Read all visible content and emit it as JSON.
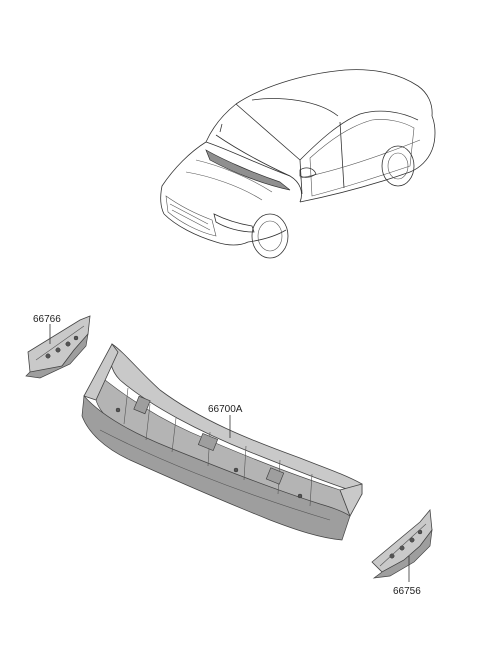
{
  "parts": {
    "left_bracket_number": "66766",
    "cowl_panel_number": "66700A",
    "right_bracket_number": "66756"
  }
}
